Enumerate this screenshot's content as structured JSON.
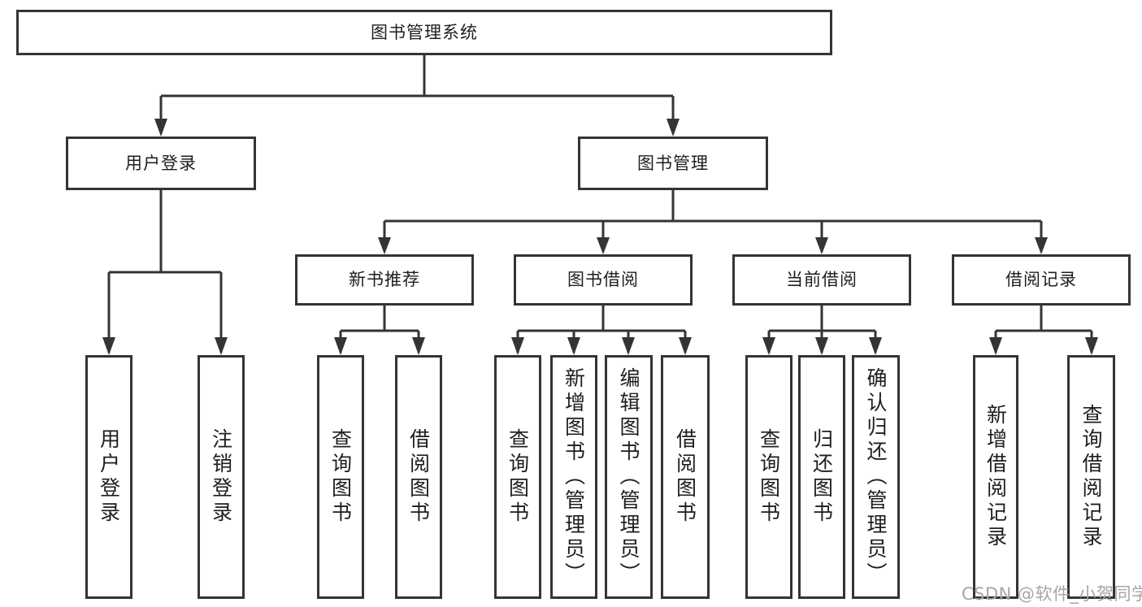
{
  "tree": {
    "root": "图书管理系统",
    "branches": [
      {
        "label": "用户登录",
        "children": [
          "用户登录",
          "注销登录"
        ]
      },
      {
        "label": "图书管理",
        "groups": [
          {
            "label": "新书推荐",
            "children": [
              "查询图书",
              "借阅图书"
            ]
          },
          {
            "label": "图书借阅",
            "children": [
              "查询图书",
              "新增图书（管理员）",
              "编辑图书（管理员）",
              "借阅图书"
            ]
          },
          {
            "label": "当前借阅",
            "children": [
              "查询图书",
              "归还图书",
              "确认归还（管理员）"
            ]
          },
          {
            "label": "借阅记录",
            "children": [
              "新增借阅记录",
              "查询借阅记录"
            ]
          }
        ]
      }
    ]
  },
  "watermark": "CSDN @软件_小贺同学",
  "colors": {
    "line": "#343434",
    "box_border": "#343434",
    "text": "#1e1e1e",
    "watermark": "#a6a6a6",
    "background": "#ffffff"
  }
}
